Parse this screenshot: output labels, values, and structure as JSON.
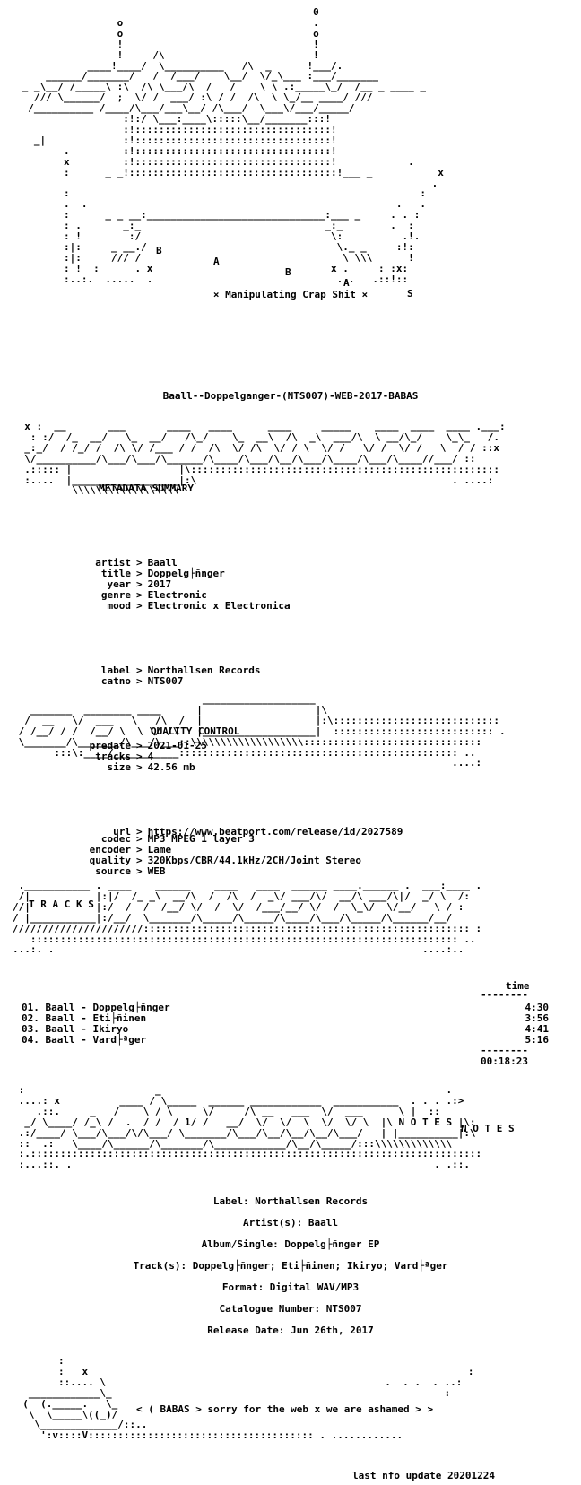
{
  "header_art": [
    "                                                  0                      ",
    "                 o                                .                      ",
    "                 o                                o                      ",
    "                 !                                !                      ",
    "                 !     /\\                         !                      ",
    "            ____!____/  \\__________   /\\  _      !___/.                  ",
    "     ______/_______/   /  /___/    \\__/  \\/_\\___ :___/_______             ",
    " _ _\\__/ /_____\\ :\\  /\\ \\___/\\  /   /    \\ \\ .:_____\\_/  /__ _ ____ _  ",
    "   /// \\______/  ;  \\/ /  ___/ :\\ / /  /\\  \\ \\_/__ ____/ ///         ",
    "  /__________ /____/\\___/___\\__/ /\\___/  \\___\\/___/_____/             ",
    "                  :!:/ \\___:____\\:::::\\__/_______:::!                 ",
    "                  :!:::::::::::::::::::::::::::::::::!                 ",
    "   _|             :!:::::::::::::::::::::::::::::::::!                 ",
    "        .         :!:::::::::::::::::::::::::::::::::!                 ",
    "        x         :!:::::::::::::::::::::::::::::::::!            .    ",
    "        :      _ _!:::::::::::::::::::::::::::::::::::!___ _           x ",
    "                                                                      .  ",
    "        :                                                           :    ",
    "        .  .                                                    .   .    ",
    "        :      _ _ __:______________________________:___ _     . . :    ",
    "        : .       _:_                               _:_        .  :     ",
    "        : !        :/                                \\:          .!.    ",
    "        :|:     _ __./                                \\._ _     :!:     ",
    "        :|:     /// /                                  \\ \\\\\\      !     ",
    "        : !  :      . x                              x .     : :x:     ",
    "        :..:.  .....  .                               ...   .::!::     "
  ],
  "brand": {
    "letters": [
      "B",
      "A",
      "B",
      "A",
      "S"
    ],
    "tagline": "× Manipulating Crap Shit ×",
    "release_name": "Baall--Doppelganger-(NTS007)-WEB-2017-BABAS"
  },
  "metadata_section": {
    "header": "METADATA SUMMARY",
    "fields": [
      {
        "key": "artist",
        "value": "Baall"
      },
      {
        "key": "title",
        "value": "Doppelg├ñnger"
      },
      {
        "key": "year",
        "value": "2017"
      },
      {
        "key": "genre",
        "value": "Electronic"
      },
      {
        "key": "mood",
        "value": "Electronic x Electronica"
      }
    ],
    "fields2": [
      {
        "key": "label",
        "value": "Northallsen Records"
      },
      {
        "key": "catno",
        "value": "NTS007"
      }
    ],
    "fields3": [
      {
        "key": "predate",
        "value": "2021-01-25"
      },
      {
        "key": "tracks",
        "value": "4"
      },
      {
        "key": "size",
        "value": "42.56 mb"
      }
    ],
    "fields4": [
      {
        "key": "url",
        "value": "https://www.beatport.com/release/id/2027589"
      }
    ]
  },
  "quality_section": {
    "header": "QUALITY CONTROL",
    "fields": [
      {
        "key": "codec",
        "value": "MP3 MPEG 1 layer 3"
      },
      {
        "key": "encoder",
        "value": "Lame"
      },
      {
        "key": "quality",
        "value": "320Kbps/CBR/44.1kHz/2CH/Joint Stereo"
      },
      {
        "key": "source",
        "value": "WEB"
      }
    ]
  },
  "tracks_section": {
    "header": "T R A C K S",
    "time_header": "time",
    "tracks": [
      {
        "name": "01. Baall - Doppelg├ñnger",
        "time": "4:30"
      },
      {
        "name": "02. Baall - Eti├ñinen",
        "time": "3:56"
      },
      {
        "name": "03. Baall - Ikiryo",
        "time": "4:41"
      },
      {
        "name": "04. Baall - Vard├ªger",
        "time": "5:16"
      }
    ],
    "total": "00:18:23"
  },
  "notes_section": {
    "header": "N O T E S",
    "lines": [
      "Label: Northallsen Records",
      "Artist(s): Baall",
      "Album/Single: Doppelg├ñnger EP",
      "Track(s): Doppelg├ñnger; Eti├ñinen; Ikiryo; Vard├ªger",
      "Format: Digital WAV/MP3",
      "Catalogue Number: NTS007",
      "Release Date: Jun 26th, 2017"
    ]
  },
  "footer": {
    "message": "< ( BABAS > sorry for the web x we are ashamed > >",
    "last_update": "last nfo update 20201224"
  },
  "art_blocks": {
    "metadata_banner": [
      "  x :  __       ___       ____   ____      ____     _____    ____  ____  ____ .___:  ",
      "   : :/  /_  __/   \\_  __/   /\\_/    \\_  __\\  /\\  _\\  ___/\\  \\ __/\\_/    \\_\\_   /.  ",
      "  _:_/  / /_/ /  /\\ \\/ /___ / /  /\\  \\/ /\\  \\/ / \\  \\/ /   \\/ /  \\/ /   \\  / / ::x",
      "  \\/__________/\\___/\\___/\\______/\\____/\\___/\\__/\\___/\\____/\\___/\\____//___/ ::  ",
      "  .::::: |                  |\\::::::::::::::::::::::::::::::::::::::::::::::::::::",
      "  :....  |__________________|:\\                                           . ....: ",
      "          \\\\\\\\\\\\\\\\\\\\\\\\\\\\\\\\\\\\                                                      "
    ],
    "quality_banner": [
      "                                ___________________                             ",
      "   _______  ________ ____      |                   |\\                          ",
      "  /  __   \\/  ___   \\   /\\  /  |                   |:\\:::::::::::::::::::::::::::: ",
      " / /__/ / /  /__/ \\  \\ \\/ /\\   |___________________|  ::::::::::::::::::::::::::: .",
      " \\_______/\\_______/\\___/\\___::\\\\\\\\\\\\\\\\\\\\\\\\\\\\\\\\\\\\\\::::::::::::::::::::::::::::::  ",
      "       :::\\:____/___________::::::::::::::::::::::::::::::::::::::::::::::: ..  ",
      "                                                                          ....: "
    ],
    "tracks_banner": [
      " .___________ . ____    ______    ____   ____  ______ ____.______ .  ___:____ .",
      " /|           |:|/  /_ _\\  __/\\  /  /\\  /  _\\/ ___/\\/  __/\\ ___/\\|/  _/ \\  /:",
      "//|           |:/  /  /  /__/ \\/  /  \\/  /___/__/ \\/  /  \\_\\/  \\/__/   \\ / :",
      "/ |___________|:/__/  \\_______/\\_____/\\_____/\\____/\\___/\\_____/\\______/__/  ",
      "//////////////////////::::::::::::::::::::::::::::::::::::::::::::::::::::::: :",
      "   :::::::::::::::::::::::::::::::::::::::::::::::::::::::::::::::::::::::: ..",
      "...:. .                                                              ....:.. "
    ],
    "notes_banner": [
      " :                      _                                                .   ",
      " ....: x          ____ / \\_____  ______ ____________  ___________  . . . .:> ",
      "    .::.     _   /    \\ / \\     \\/     /\\ __   ___  \\/  ___      \\ |  ::    ",
      "  _/ \\____/ /_\\ /  .  / /  / 1/ /   __/  \\/  \\/  \\  \\/  \\/ \\  |\\ N O T E S |\\: ",
      " .:/____/ \\___/\\___/\\/\\___/ \\_______/\\___/\\__/\\__/\\__/\\___/   | |__________|:\\ ",
      " ::  .:   \\____/\\______/\\_______/\\____________/\\__/\\_____/:::\\\\\\\\\\\\\\\\\\\\\\\\\\ ",
      " :.::::::::::::::::::::::::::::::::::::::::::::::::::::::::::::::::::::::::::::",
      " :...::. .                                                             . .::."
    ],
    "footer_art": [
      "        :                                                                       ",
      "        :   x                                                                :  ",
      "        ::.... \\                                               .  . .  . ..:    ",
      "   ____________\\_                                                        :   ",
      "  (  (._____.   \\_                                                            ",
      "   \\  \\_____\\((_)/                                                            ",
      "    \\_____________/::..                                                       ",
      "     ':v::::V:::::::::::::::::::::::::::::::::::::: . ............            "
    ]
  }
}
